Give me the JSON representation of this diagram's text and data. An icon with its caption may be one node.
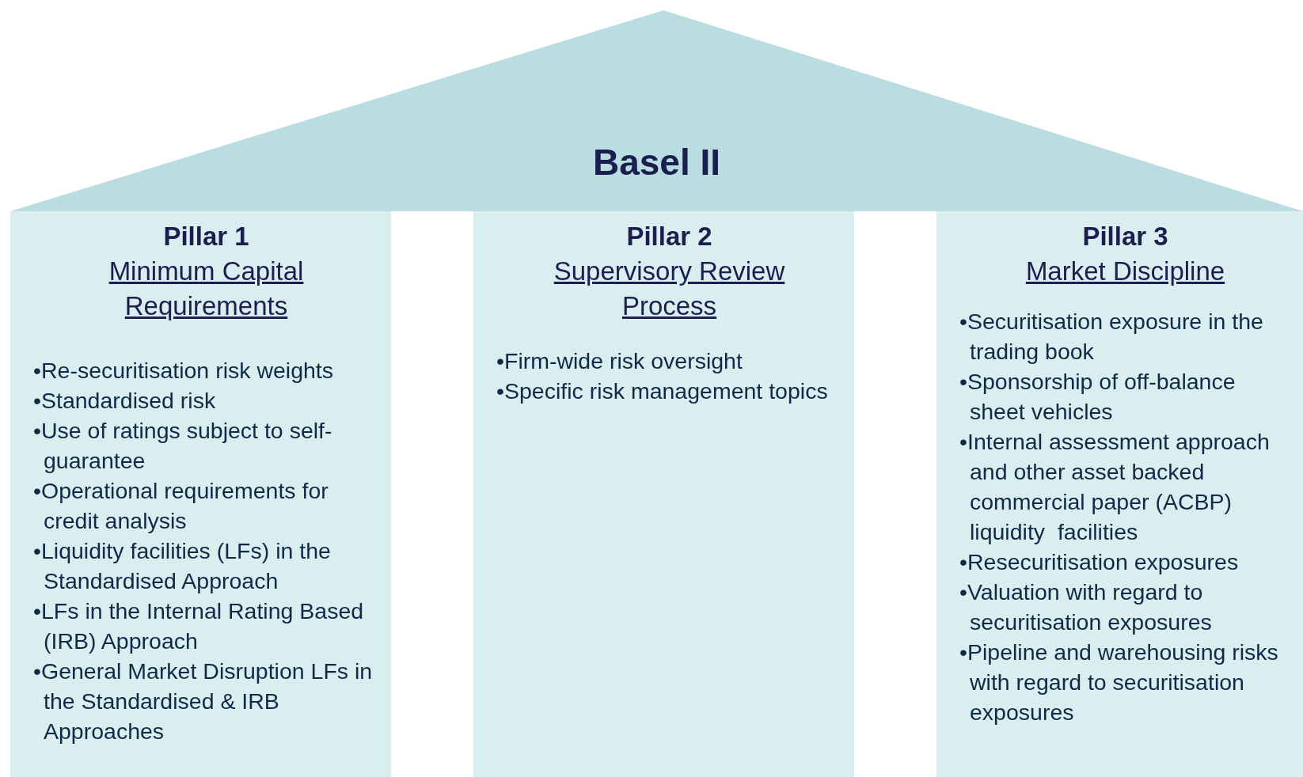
{
  "diagram": {
    "nodes": [
      {
        "text": [
          "Basel II"
        ]
      },
      {
        "text": [
          "Pillar 1",
          "Minimum Capital Requirements",
          "•Re-securitisation risk weights",
          "•Standardised risk",
          "•Use of ratings subject to self-guarantee",
          "•Operational requirements for credit analysis",
          "•Liquidity facilities (LFs) in the Standardised Approach",
          "•LFs in the Internal Rating Based (IRB) Approach",
          "•General Market Disruption LFs in the Standardised & IRB Approaches"
        ]
      },
      {
        "text": [
          "Pillar 2",
          "Supervisory Review Process",
          "•Firm-wide risk oversight",
          "•Specific risk management topics"
        ]
      },
      {
        "text": [
          "Pillar 3",
          "Market Discipline",
          "•Securitisation exposure in the trading book",
          "•Sponsorship of off-balance sheet vehicles",
          "•Internal assessment approach and other asset backed commercial paper (ACBP) liquidity  facilities",
          "•Resecuritisation exposures",
          "•Valuation with regard to securitisation exposures",
          "•Pipeline and warehousing risks with regard to securitisation exposures"
        ]
      }
    ],
    "edges": []
  }
}
